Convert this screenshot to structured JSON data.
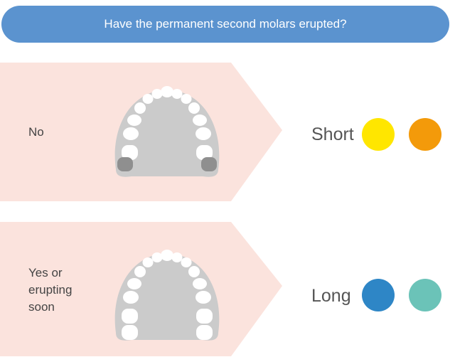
{
  "question": "Have the permanent second molars erupted?",
  "rows": [
    {
      "answer": "No",
      "result": "Short",
      "molars_erupted": false,
      "dots": [
        {
          "color": "#ffe600",
          "icon": "yellow-circle"
        },
        {
          "color": "#f39a0a",
          "icon": "orange-circle"
        }
      ]
    },
    {
      "answer_lines": [
        "Yes or",
        "erupting",
        "soon"
      ],
      "result": "Long",
      "molars_erupted": true,
      "dots": [
        {
          "color": "#2e86c6",
          "icon": "blue-circle"
        },
        {
          "color": "#6bc3b8",
          "icon": "teal-circle"
        }
      ]
    }
  ],
  "colors": {
    "question_bg": "#5b93cf",
    "panel_bg": "#fbe3dd",
    "palate": "#cbcbcb",
    "tooth": "#ffffff",
    "unerupted_molar": "#8f8f8f"
  }
}
